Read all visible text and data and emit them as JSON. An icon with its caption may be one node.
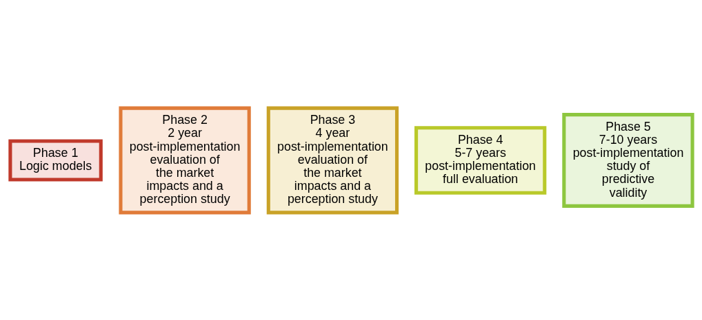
{
  "diagram": {
    "nodes": [
      {
        "text": [
          "Phase 1",
          "Logic models"
        ]
      },
      {
        "text": [
          "Phase 2",
          "2 year post-implementation evaluation of the market impacts and a perception study"
        ]
      },
      {
        "text": [
          "Phase 3",
          "4 year post-implementation evaluation of the market impacts and a perception study"
        ]
      },
      {
        "text": [
          "Phase 4",
          "5-7 years post-implementation full evaluation"
        ]
      },
      {
        "text": [
          "Phase 5",
          "7-10 years post-implementation study of predictive validity"
        ]
      }
    ]
  }
}
